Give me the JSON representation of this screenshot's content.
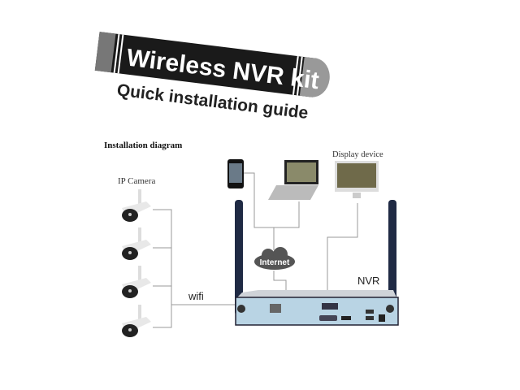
{
  "banner": {
    "title": "Wireless NVR kit",
    "subtitle": "Quick installation guide"
  },
  "diagram": {
    "heading": "Installation diagram",
    "camera_label": "IP Camera",
    "display_label": "Display device",
    "wifi_label": "wifi",
    "internet_label": "Internet",
    "nvr_label": "NVR"
  },
  "colors": {
    "banner": "#1a1a1a",
    "banner_end": "#777777",
    "nvr_front": "#b9d4e4",
    "antenna": "#1f2a44",
    "cloud": "#555555",
    "line": "#999999"
  }
}
